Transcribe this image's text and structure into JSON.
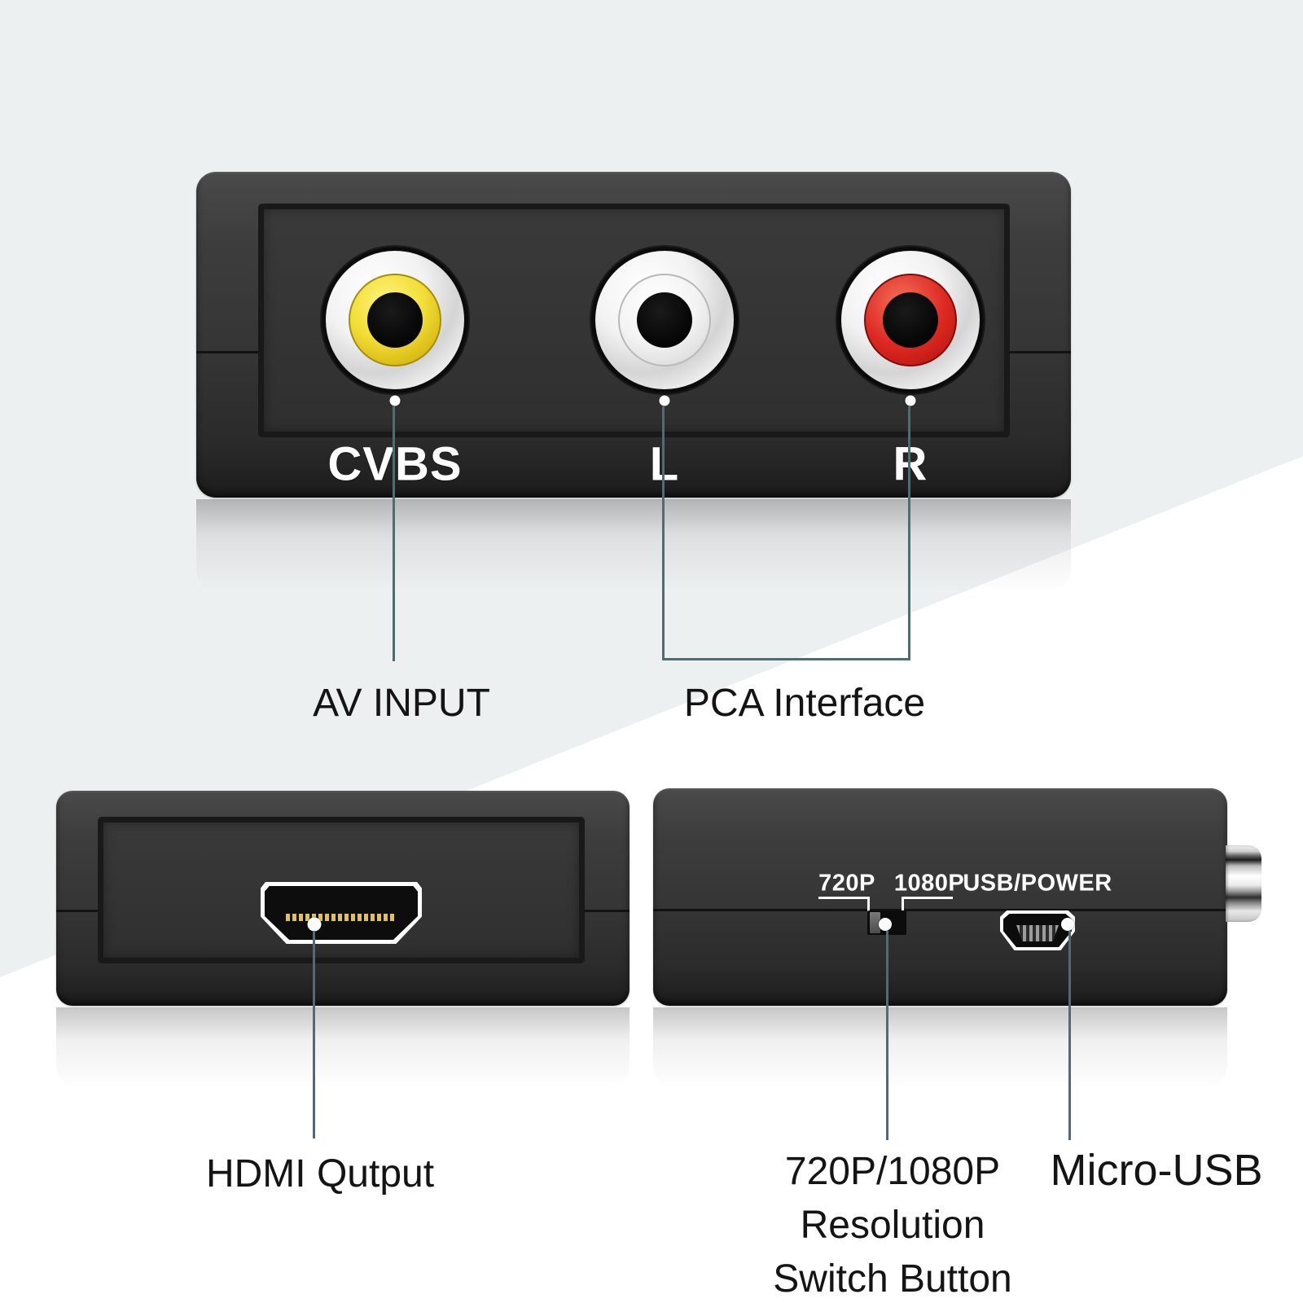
{
  "background": {
    "base_color": "#edf0f1",
    "diagonal_color": "#ffffff"
  },
  "callout_line_color": "#4e6d73",
  "top_device": {
    "ports": [
      {
        "name": "cvbs-video",
        "label": "CVBS",
        "color": "#e8d52e"
      },
      {
        "name": "left-audio",
        "label": "L",
        "color": "#f0f0f0"
      },
      {
        "name": "right-audio",
        "label": "R",
        "color": "#d92622"
      }
    ],
    "callouts": [
      {
        "label": "AV INPUT"
      },
      {
        "label": "PCA Interface"
      }
    ]
  },
  "bottom_left_device": {
    "port": "hdmi-output",
    "callout": "HDMI Qutput"
  },
  "bottom_right_device": {
    "labels": {
      "switch_left": "720P",
      "switch_right": "1080P",
      "usb": "USB/POWER"
    },
    "callouts": {
      "switch_lines": [
        "720P/1080P",
        "Resolution",
        "Switch Button"
      ],
      "usb": "Micro-USB"
    }
  }
}
